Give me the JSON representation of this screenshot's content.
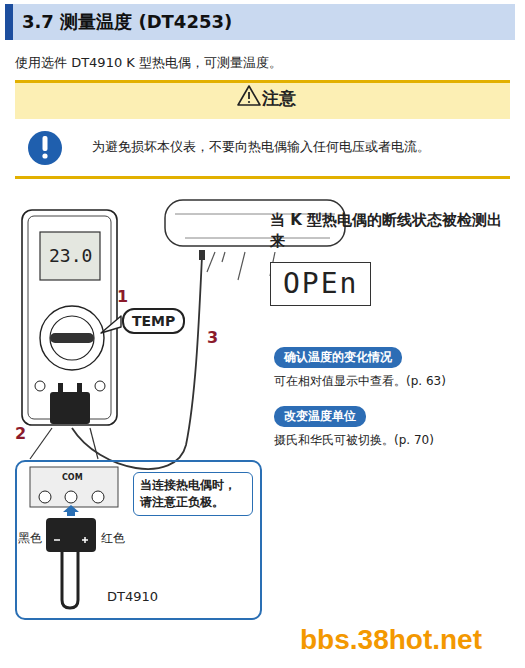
{
  "diagram": {
    "title": "3.7 测量温度 (DT4253)",
    "nodes": [
      {
        "text": [
          "注意",
          "为避免损坏本仪表，不要向热电偶输入任何电压或者电流。"
        ]
      },
      {
        "text": [
          "TEMP"
        ]
      },
      {
        "text": [
          "当 K 型热电偶的断线状态被检测出来",
          "OPEn"
        ]
      },
      {
        "text": [
          "确认温度的变化情况"
        ]
      },
      {
        "text": [
          "改变温度单位"
        ]
      },
      {
        "text": [
          "黑色",
          "红色",
          "DT4910"
        ]
      },
      {
        "text": [
          "当连接热电偶时，请注意正负极。"
        ],
        "in": 5
      }
    ],
    "labels": [
      "使用选件 DT4910 K 型热电偶，可测量温度。",
      "23.0",
      "1",
      "2",
      "3",
      "可在相对值显示中查看。(p. 63)",
      "摄氏和华氏可被切换。(p. 70)",
      "COM",
      "bbs.38hot.net"
    ]
  }
}
